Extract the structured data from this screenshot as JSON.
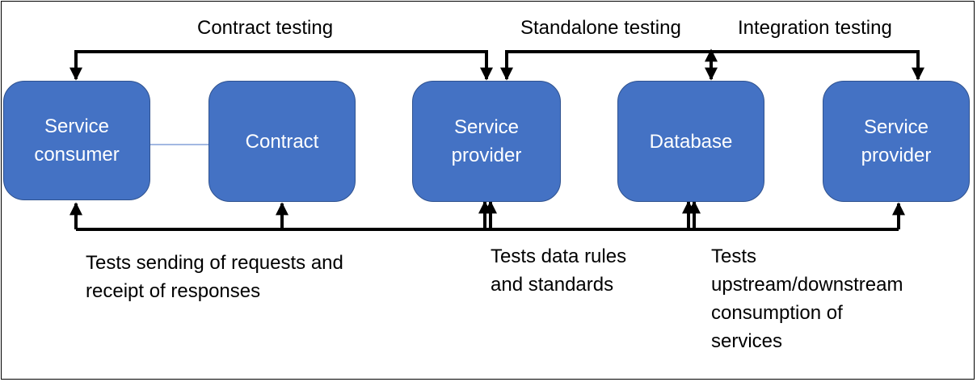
{
  "diagram": {
    "box_color": "#4472c4",
    "line_color": "#000000",
    "boxes": {
      "service_consumer": "Service\nconsumer",
      "contract": "Contract",
      "service_provider_1": "Service\nprovider",
      "database": "Database",
      "service_provider_2": "Service\nprovider"
    },
    "labels": {
      "contract_testing": "Contract testing",
      "standalone_testing": "Standalone testing",
      "integration_testing": "Integration testing",
      "requests_responses": "Tests sending of requests and\nreceipt of responses",
      "data_rules": "Tests data rules\nand standards",
      "consumption": "Tests\nupstream/downstream\nconsumption of\nservices"
    }
  }
}
